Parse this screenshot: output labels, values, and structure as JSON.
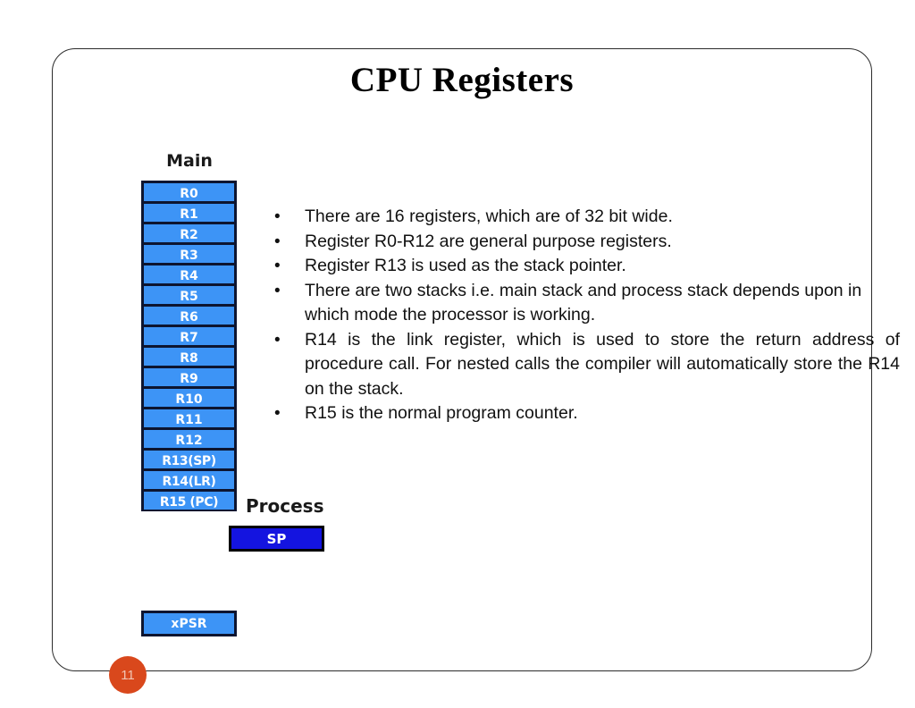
{
  "slide": {
    "title": "CPU Registers",
    "page_number": "11",
    "badge_color": "#d9481c",
    "frame_border_color": "#2b2b2b"
  },
  "diagram": {
    "main_stack_label": "Main",
    "process_stack_label": "Process",
    "register_fill_color": "#3d94f6",
    "register_border_color": "#0d1530",
    "sp_fill_color": "#1414e0",
    "sp_border_color": "#000000",
    "registers": [
      {
        "label": "R0"
      },
      {
        "label": "R1"
      },
      {
        "label": "R2"
      },
      {
        "label": "R3"
      },
      {
        "label": "R4"
      },
      {
        "label": "R5"
      },
      {
        "label": "R6"
      },
      {
        "label": "R7"
      },
      {
        "label": "R8"
      },
      {
        "label": "R9"
      },
      {
        "label": "R10"
      },
      {
        "label": "R11"
      },
      {
        "label": "R12"
      },
      {
        "label": "R13(SP)"
      },
      {
        "label": "R14(LR)"
      },
      {
        "label": "R15 (PC)"
      }
    ],
    "xpsr": {
      "label": "xPSR"
    },
    "process_sp": {
      "label": "SP"
    }
  },
  "bullets": [
    {
      "marker": "•",
      "text": "There are 16 registers, which are of 32 bit wide.",
      "justified": false
    },
    {
      "marker": "•",
      "text": "Register R0-R12 are general purpose registers.",
      "justified": false
    },
    {
      "marker": "•",
      "text": "Register R13 is used as the stack pointer.",
      "justified": false
    },
    {
      "marker": "•",
      "text": "There are two stacks i.e. main stack and process stack depends upon in which mode the processor is working.",
      "justified": false
    },
    {
      "marker": "•",
      "text": "R14 is the link register, which is used to store the return address of procedure call. For nested calls the compiler will automatically store the R14 on the stack.",
      "justified": true
    },
    {
      "marker": "•",
      "text": "R15 is the normal program counter.",
      "justified": false
    }
  ]
}
